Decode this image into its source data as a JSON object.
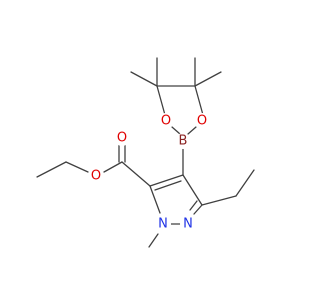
{
  "atoms": {
    "boron": {
      "symbol": "B",
      "color": "#8B2323"
    },
    "dioxaborolane_o1": {
      "symbol": "O",
      "color": "#E00000"
    },
    "dioxaborolane_o2": {
      "symbol": "O",
      "color": "#E00000"
    },
    "carbonyl_o": {
      "symbol": "O",
      "color": "#E00000"
    },
    "ester_o": {
      "symbol": "O",
      "color": "#E00000"
    },
    "pyrazole_n1": {
      "symbol": "N",
      "color": "#1F32E6"
    },
    "pyrazole_n2": {
      "symbol": "N",
      "color": "#1F32E6"
    }
  },
  "colors": {
    "bond": "#404040",
    "background": "#ffffff"
  }
}
